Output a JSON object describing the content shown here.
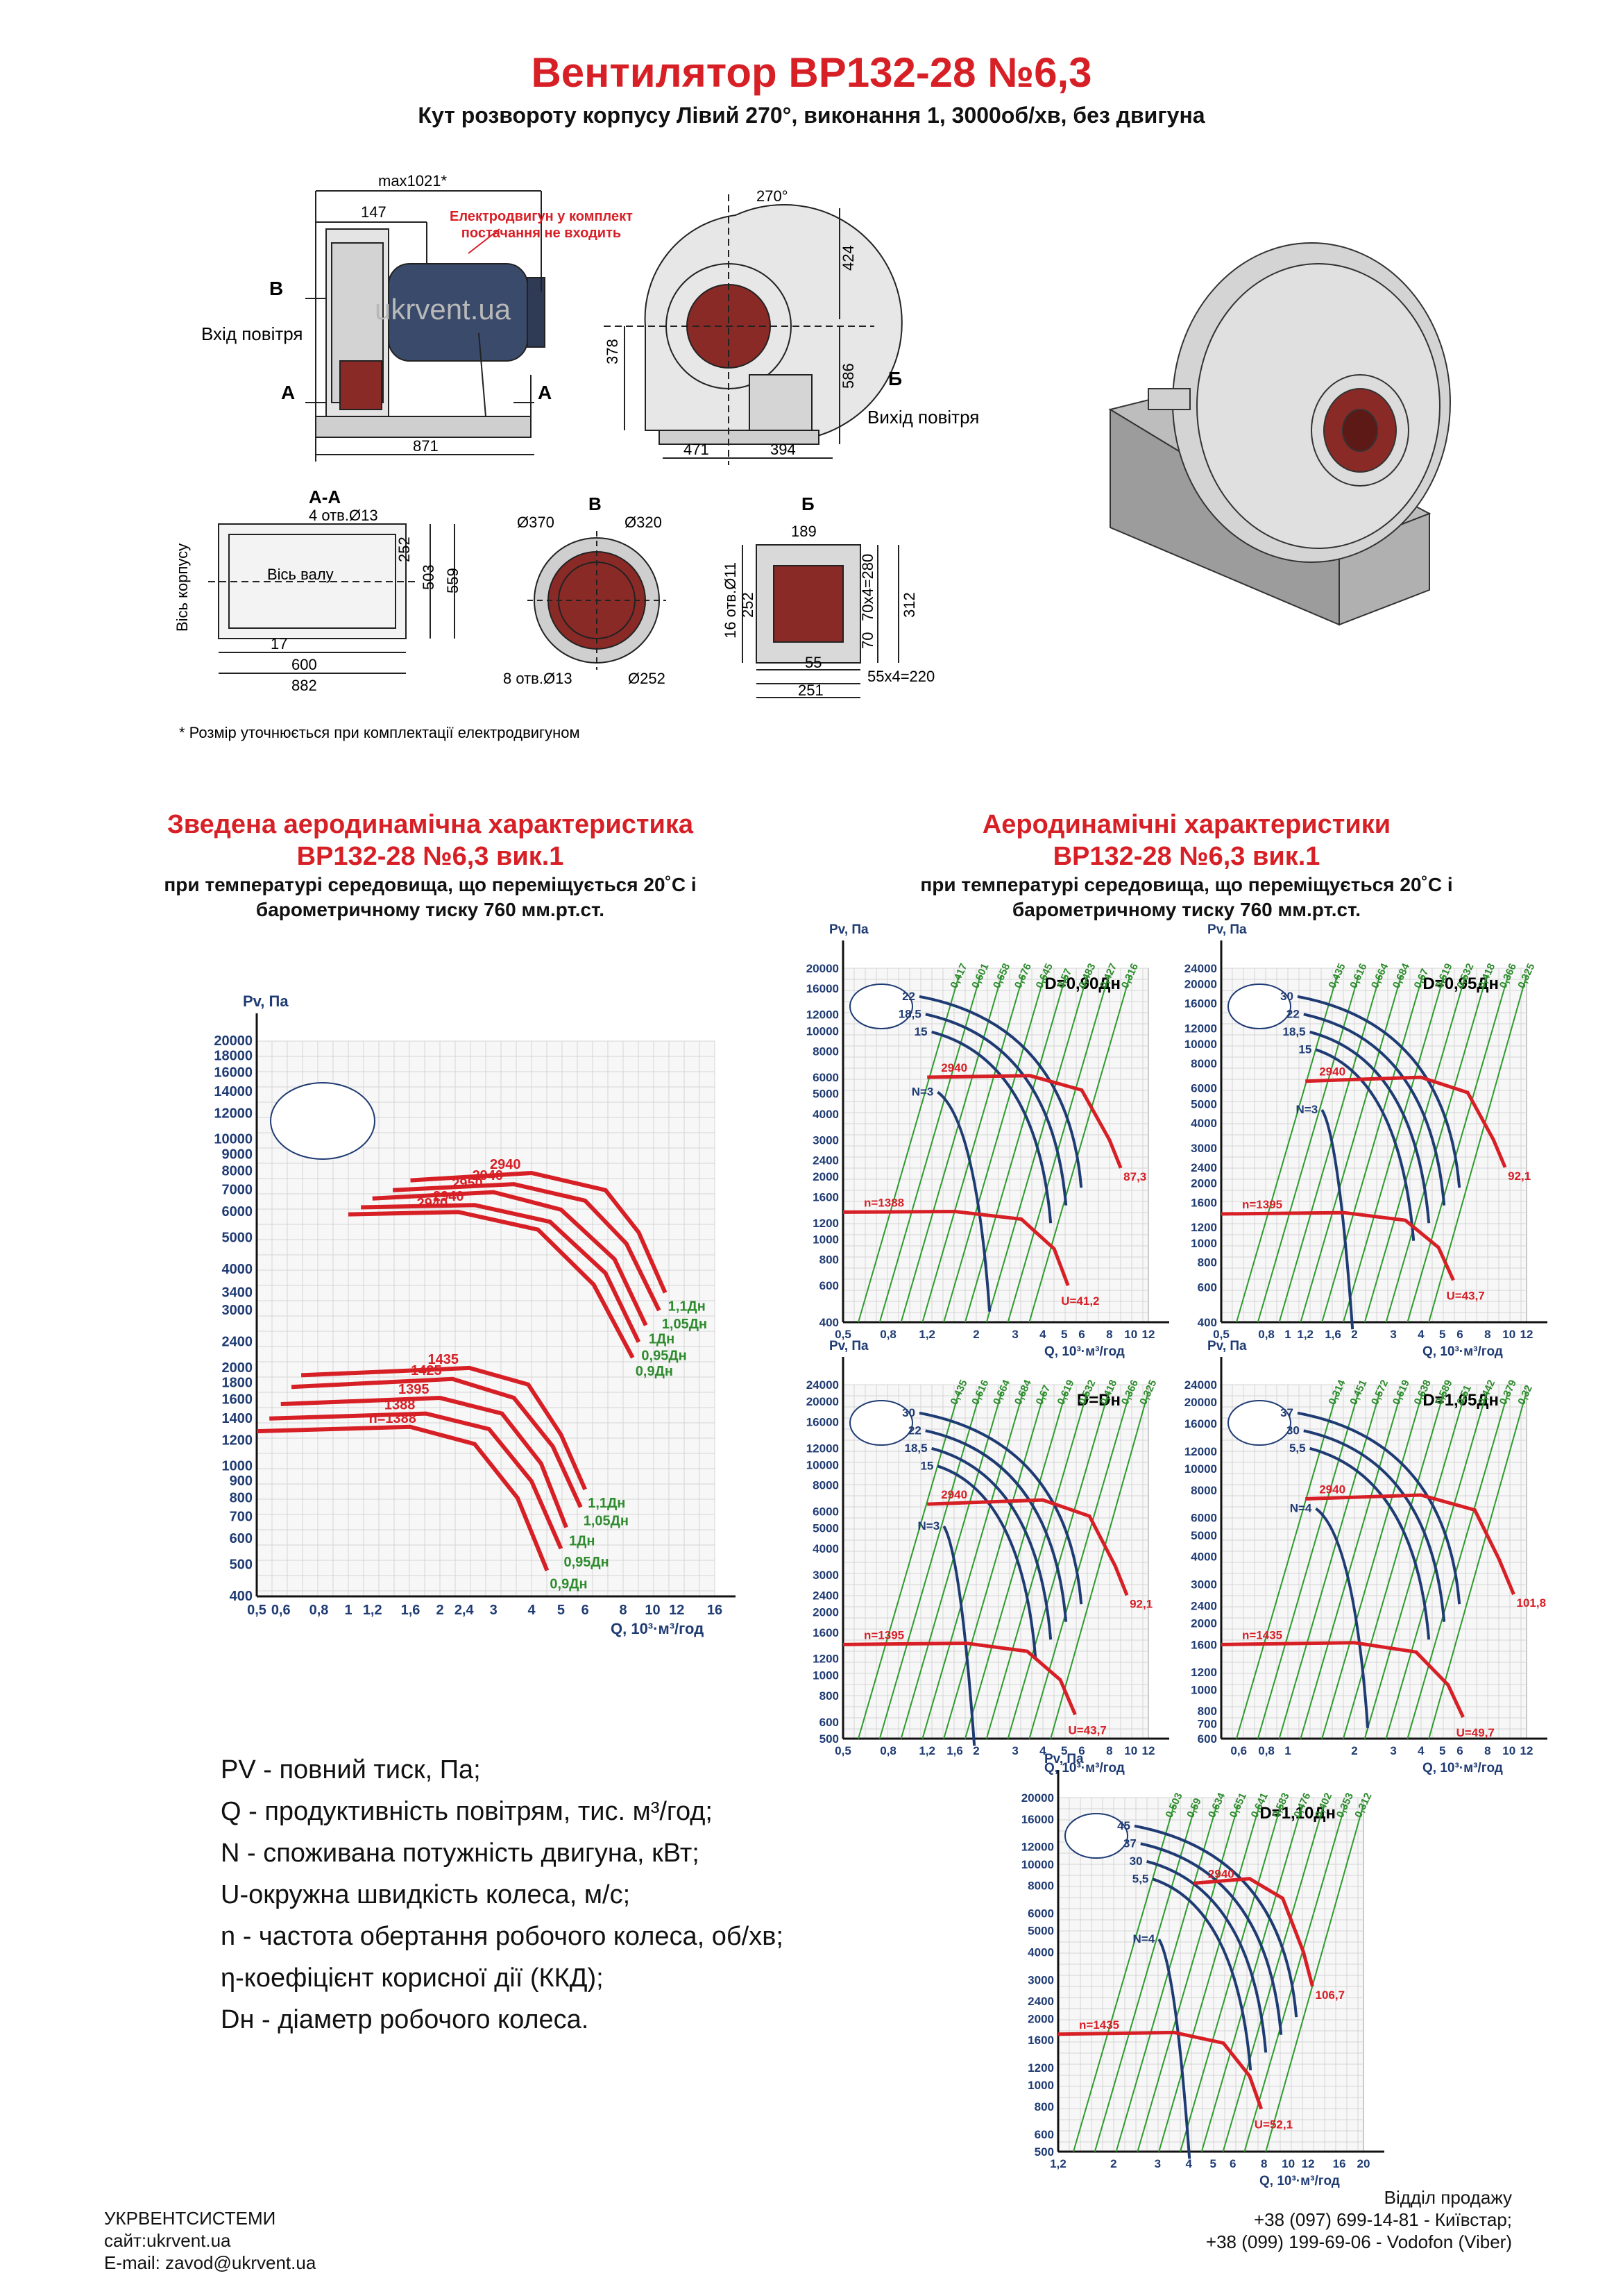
{
  "header": {
    "title": "Вентилятор ВР132-28 №6,3",
    "subtitle": "Кут розвороту корпусу Лівий 270°, виконання 1, 3000об/хв, без двигуна"
  },
  "drawings": {
    "side": {
      "max_len": "max1021*",
      "d147": "147",
      "d871": "871",
      "motor_note": "Електродвигун у комплект постачання не входить",
      "inlet": "Вхід повітря",
      "label_b": "В",
      "label_a": "А",
      "watermark": "ukrvent.ua"
    },
    "front": {
      "angle": "270°",
      "d424": "424",
      "d586": "586",
      "d378": "378",
      "d471": "471",
      "d394": "394",
      "label_b": "Б",
      "outlet": "Вихід повітря"
    },
    "section_aa": {
      "title": "А-А",
      "holes": "4 отв.Ø13",
      "shaft": "Вісь валу",
      "body_axis": "Вісь корпусу",
      "d252": "252",
      "d503": "503",
      "d559": "559",
      "d17": "17",
      "d600": "600",
      "d882": "882"
    },
    "view_b": {
      "title": "В",
      "d370": "Ø370",
      "d320": "Ø320",
      "holes": "8 отв.Ø13",
      "d252": "Ø252"
    },
    "view_bb": {
      "title": "Б",
      "d189": "189",
      "holes": "16 отв.Ø11",
      "d252": "252",
      "d70": "70",
      "d70x4": "70x4=280",
      "d312": "312",
      "d55": "55",
      "d55x4": "55x4=220",
      "d251": "251"
    },
    "note": "* Розмір уточнюється при комплектації електродвигуном"
  },
  "left_section": {
    "title_line1": "Зведена аеродинамічна характеристика",
    "title_line2": "ВР132-28 №6,3 вик.1",
    "sub_line1": "при температурі середовища, що переміщується 20˚С і",
    "sub_line2": "барометричному тиску 760 мм.рт.ст."
  },
  "right_section": {
    "title_line1": "Аеродинамічні характеристики",
    "title_line2": "ВР132-28 №6,3 вик.1",
    "sub_line1": "при температурі середовища, що переміщується 20˚С і",
    "sub_line2": "барометричному тиску 760 мм.рт.ст."
  },
  "legend": [
    "PV - повний тиск, Па;",
    "Q - продуктивність повітрям, тис. м³/год;",
    "N - споживана потужність двигуна, кВт;",
    "U-окружна швидкість колеса, м/с;",
    "n - частота обертання робочого колеса, об/хв;",
    "η-коефіцієнт корисної дії (ККД);",
    "Dн - діаметр робочого колеса."
  ],
  "footer": {
    "company": "УКРВЕНТСИСТЕМИ",
    "site": "сайт:ukrvent.ua",
    "email": "E-mail: zavod@ukrvent.ua",
    "sales": "Відділ продажу",
    "phone1": "+38 (097) 699-14-81 - Київстар;",
    "phone2": "+38 (099) 199-69-06 - Vodofon (Viber)"
  },
  "chart_data": [
    {
      "type": "line",
      "id": "main",
      "ylabel": "Pv, Па",
      "xlabel": "Q, 10³·м³/год",
      "log": true,
      "xlim": [
        0.5,
        16
      ],
      "ylim": [
        400,
        20000
      ],
      "xticks": [
        "0,5",
        "0,6",
        "0,8",
        "1",
        "1,2",
        "1,6",
        "2",
        "2,4",
        "3",
        "4",
        "5",
        "6",
        "8",
        "10",
        "12",
        "16"
      ],
      "yticks": [
        "20000",
        "18000",
        "16000",
        "14000",
        "12000",
        "10000",
        "9000",
        "8000",
        "7000",
        "6000",
        "5000",
        "4000",
        "3400",
        "3000",
        "2400",
        "2000",
        "1800",
        "1600",
        "1400",
        "1200",
        "1000",
        "900",
        "800",
        "700",
        "600",
        "500",
        "400"
      ],
      "series": [
        {
          "name": "1,1Дн",
          "label": "2940",
          "pts": [
            [
              1.6,
              7500
            ],
            [
              4,
              7900
            ],
            [
              7,
              7000
            ],
            [
              9,
              5200
            ],
            [
              11,
              3400
            ]
          ]
        },
        {
          "name": "1,05Дн",
          "label": "2940",
          "pts": [
            [
              1.4,
              7000
            ],
            [
              3.5,
              7300
            ],
            [
              6,
              6500
            ],
            [
              8.2,
              4800
            ],
            [
              10.5,
              3000
            ]
          ]
        },
        {
          "name": "1Дн",
          "label": "2950",
          "pts": [
            [
              1.2,
              6600
            ],
            [
              3,
              6900
            ],
            [
              5,
              6100
            ],
            [
              7.5,
              4300
            ],
            [
              9.5,
              2700
            ]
          ]
        },
        {
          "name": "0,95Дн",
          "label": "2940",
          "pts": [
            [
              1.1,
              6200
            ],
            [
              2.6,
              6300
            ],
            [
              4.6,
              5600
            ],
            [
              7,
              3900
            ],
            [
              9,
              2400
            ]
          ]
        },
        {
          "name": "0,9Дн",
          "label": "2940",
          "pts": [
            [
              1.0,
              5900
            ],
            [
              2.3,
              6000
            ],
            [
              4.2,
              5300
            ],
            [
              6.4,
              3600
            ],
            [
              8.6,
              2150
            ]
          ]
        },
        {
          "name": "1,1Дн",
          "label": "1435",
          "pts": [
            [
              0.7,
              1900
            ],
            [
              2.5,
              2000
            ],
            [
              3.9,
              1780
            ],
            [
              5,
              1250
            ],
            [
              6,
              850
            ]
          ]
        },
        {
          "name": "1,05Дн",
          "label": "1425",
          "pts": [
            [
              0.65,
              1750
            ],
            [
              2.2,
              1850
            ],
            [
              3.5,
              1620
            ],
            [
              4.7,
              1150
            ],
            [
              5.8,
              750
            ]
          ]
        },
        {
          "name": "1Дн",
          "label": "1395",
          "pts": [
            [
              0.6,
              1550
            ],
            [
              2,
              1620
            ],
            [
              3.2,
              1450
            ],
            [
              4.3,
              1020
            ],
            [
              5.2,
              650
            ]
          ]
        },
        {
          "name": "0,95Дн",
          "label": "1388",
          "pts": [
            [
              0.55,
              1400
            ],
            [
              1.8,
              1450
            ],
            [
              2.9,
              1300
            ],
            [
              4,
              900
            ],
            [
              5,
              560
            ]
          ]
        },
        {
          "name": "0,9Дн",
          "label": "n=1388",
          "pts": [
            [
              0.5,
              1280
            ],
            [
              1.6,
              1320
            ],
            [
              2.6,
              1170
            ],
            [
              3.6,
              800
            ],
            [
              4.5,
              480
            ]
          ]
        }
      ]
    },
    {
      "type": "line",
      "id": "d090",
      "title": "D=0,90Дн",
      "ylabel": "Pv, Па",
      "xlabel": "Q, 10³·м³/год",
      "log": true,
      "xlim": [
        0.5,
        12
      ],
      "ylim": [
        400,
        20000
      ],
      "xticks": [
        "0,5",
        "0,8",
        "1,2",
        "2",
        "3",
        "4",
        "5",
        "6",
        "8",
        "10",
        "12"
      ],
      "yticks": [
        "20000",
        "16000",
        "12000",
        "10000",
        "8000",
        "6000",
        "5000",
        "4000",
        "3000",
        "2400",
        "2000",
        "1600",
        "1200",
        "1000",
        "800",
        "600",
        "400"
      ],
      "power_labels": [
        "22",
        "18,5",
        "15",
        "N=3"
      ],
      "eff_labels": [
        "0,417",
        "0,601",
        "0,658",
        "0,676",
        "0,645",
        "0,57",
        "0,483",
        "0,427",
        "0,316"
      ],
      "upper_curve": {
        "label": "2940",
        "end": "87,3",
        "pts": [
          [
            1.2,
            6000
          ],
          [
            3.5,
            6100
          ],
          [
            6,
            5200
          ],
          [
            8,
            3000
          ],
          [
            9,
            2200
          ]
        ]
      },
      "lower_curve": {
        "label": "n=1388",
        "end": "U=41,2",
        "pts": [
          [
            0.5,
            1350
          ],
          [
            1.6,
            1360
          ],
          [
            3.2,
            1250
          ],
          [
            4.5,
            900
          ],
          [
            5.2,
            600
          ]
        ]
      }
    },
    {
      "type": "line",
      "id": "d095",
      "title": "D=0,95Дн",
      "ylabel": "Pv, Па",
      "xlabel": "Q, 10³·м³/год",
      "log": true,
      "xlim": [
        0.5,
        12
      ],
      "ylim": [
        400,
        24000
      ],
      "xticks": [
        "0,5",
        "0,8",
        "1",
        "1,2",
        "1,6",
        "2",
        "3",
        "4",
        "5",
        "6",
        "8",
        "10",
        "12"
      ],
      "yticks": [
        "24000",
        "20000",
        "16000",
        "12000",
        "10000",
        "8000",
        "6000",
        "5000",
        "4000",
        "3000",
        "2400",
        "2000",
        "1600",
        "1200",
        "1000",
        "800",
        "600",
        "400"
      ],
      "power_labels": [
        "30",
        "22",
        "18,5",
        "15",
        "N=3"
      ],
      "eff_labels": [
        "0,435",
        "0,616",
        "0,664",
        "0,684",
        "0,67",
        "0,619",
        "0,532",
        "0,418",
        "0,366",
        "0,325"
      ],
      "upper_curve": {
        "label": "2940",
        "end": "92,1",
        "pts": [
          [
            1.2,
            6500
          ],
          [
            4,
            6800
          ],
          [
            6.5,
            5700
          ],
          [
            8.5,
            3300
          ],
          [
            9.6,
            2400
          ]
        ]
      },
      "lower_curve": {
        "label": "n=1395",
        "end": "U=43,7",
        "pts": [
          [
            0.5,
            1400
          ],
          [
            1.8,
            1420
          ],
          [
            3.4,
            1300
          ],
          [
            4.8,
            950
          ],
          [
            5.6,
            650
          ]
        ]
      }
    },
    {
      "type": "line",
      "id": "d100",
      "title": "D=Dн",
      "ylabel": "Pv, Па",
      "xlabel": "Q, 10³·м³/год",
      "log": true,
      "xlim": [
        0.5,
        12
      ],
      "ylim": [
        500,
        24000
      ],
      "xticks": [
        "0,5",
        "0,8",
        "1,2",
        "1,6",
        "2",
        "3",
        "4",
        "5",
        "6",
        "8",
        "10",
        "12"
      ],
      "yticks": [
        "24000",
        "20000",
        "16000",
        "12000",
        "10000",
        "8000",
        "6000",
        "5000",
        "4000",
        "3000",
        "2400",
        "2000",
        "1600",
        "1200",
        "1000",
        "800",
        "600",
        "500"
      ],
      "power_labels": [
        "30",
        "22",
        "18,5",
        "15",
        "N=3"
      ],
      "eff_labels": [
        "0,435",
        "0,616",
        "0,664",
        "0,684",
        "0,67",
        "0,619",
        "0,532",
        "0,418",
        "0,366",
        "0,325"
      ],
      "upper_curve": {
        "label": "2940",
        "end": "92,1",
        "pts": [
          [
            1.2,
            6500
          ],
          [
            4,
            6800
          ],
          [
            6.5,
            5700
          ],
          [
            8.5,
            3300
          ],
          [
            9.6,
            2400
          ]
        ]
      },
      "lower_curve": {
        "label": "n=1395",
        "end": "U=43,7",
        "pts": [
          [
            0.5,
            1400
          ],
          [
            1.8,
            1420
          ],
          [
            3.4,
            1300
          ],
          [
            4.8,
            950
          ],
          [
            5.6,
            650
          ]
        ]
      }
    },
    {
      "type": "line",
      "id": "d105",
      "title": "D=1,05Дн",
      "ylabel": "Pv, Па",
      "xlabel": "Q, 10³·м³/год",
      "log": true,
      "xlim": [
        0.5,
        12
      ],
      "ylim": [
        600,
        24000
      ],
      "xticks": [
        "0,6",
        "0,8",
        "1",
        "2",
        "3",
        "4",
        "5",
        "6",
        "8",
        "10",
        "12"
      ],
      "yticks": [
        "24000",
        "20000",
        "16000",
        "12000",
        "10000",
        "8000",
        "6000",
        "5000",
        "4000",
        "3000",
        "2400",
        "2000",
        "1600",
        "1200",
        "1000",
        "800",
        "700",
        "600"
      ],
      "power_labels": [
        "37",
        "30",
        "5,5",
        "N=4"
      ],
      "eff_labels": [
        "0,314",
        "0,451",
        "0,572",
        "0,619",
        "0,638",
        "0,589",
        "0,51",
        "0,442",
        "0,379",
        "0,32"
      ],
      "upper_curve": {
        "label": "2940",
        "end": "101,8",
        "pts": [
          [
            1.2,
            7300
          ],
          [
            4,
            7600
          ],
          [
            7,
            6500
          ],
          [
            9,
            3900
          ],
          [
            10.5,
            2700
          ]
        ]
      },
      "lower_curve": {
        "label": "n=1435",
        "end": "U=49,7",
        "pts": [
          [
            0.5,
            1600
          ],
          [
            2,
            1630
          ],
          [
            3.8,
            1480
          ],
          [
            5.3,
            1050
          ],
          [
            6.2,
            750
          ]
        ]
      }
    },
    {
      "type": "line",
      "id": "d110",
      "title": "D=1,10Дн",
      "ylabel": "Pv, Па",
      "xlabel": "Q, 10³·м³/год",
      "log": true,
      "xlim": [
        1.2,
        20
      ],
      "ylim": [
        500,
        20000
      ],
      "xticks": [
        "1,2",
        "2",
        "3",
        "4",
        "5",
        "6",
        "8",
        "10",
        "12",
        "16",
        "20"
      ],
      "yticks": [
        "20000",
        "16000",
        "12000",
        "10000",
        "8000",
        "6000",
        "5000",
        "4000",
        "3000",
        "2400",
        "2000",
        "1600",
        "1200",
        "1000",
        "800",
        "600",
        "500"
      ],
      "power_labels": [
        "45",
        "37",
        "30",
        "5,5",
        "N=4"
      ],
      "eff_labels": [
        "0,503",
        "0,59",
        "0,634",
        "0,651",
        "0,641",
        "0,583",
        "0,476",
        "0,402",
        "0,353",
        "0,312"
      ],
      "upper_curve": {
        "label": "2940",
        "end": "106,7",
        "pts": [
          [
            4.2,
            8200
          ],
          [
            7,
            8600
          ],
          [
            9.5,
            7000
          ],
          [
            11.5,
            4000
          ],
          [
            12.5,
            2800
          ]
        ]
      },
      "lower_curve": {
        "label": "n=1435",
        "end": "U=52,1",
        "pts": [
          [
            1.2,
            1700
          ],
          [
            3.5,
            1730
          ],
          [
            5.5,
            1550
          ],
          [
            7,
            1100
          ],
          [
            7.8,
            780
          ]
        ]
      }
    }
  ]
}
